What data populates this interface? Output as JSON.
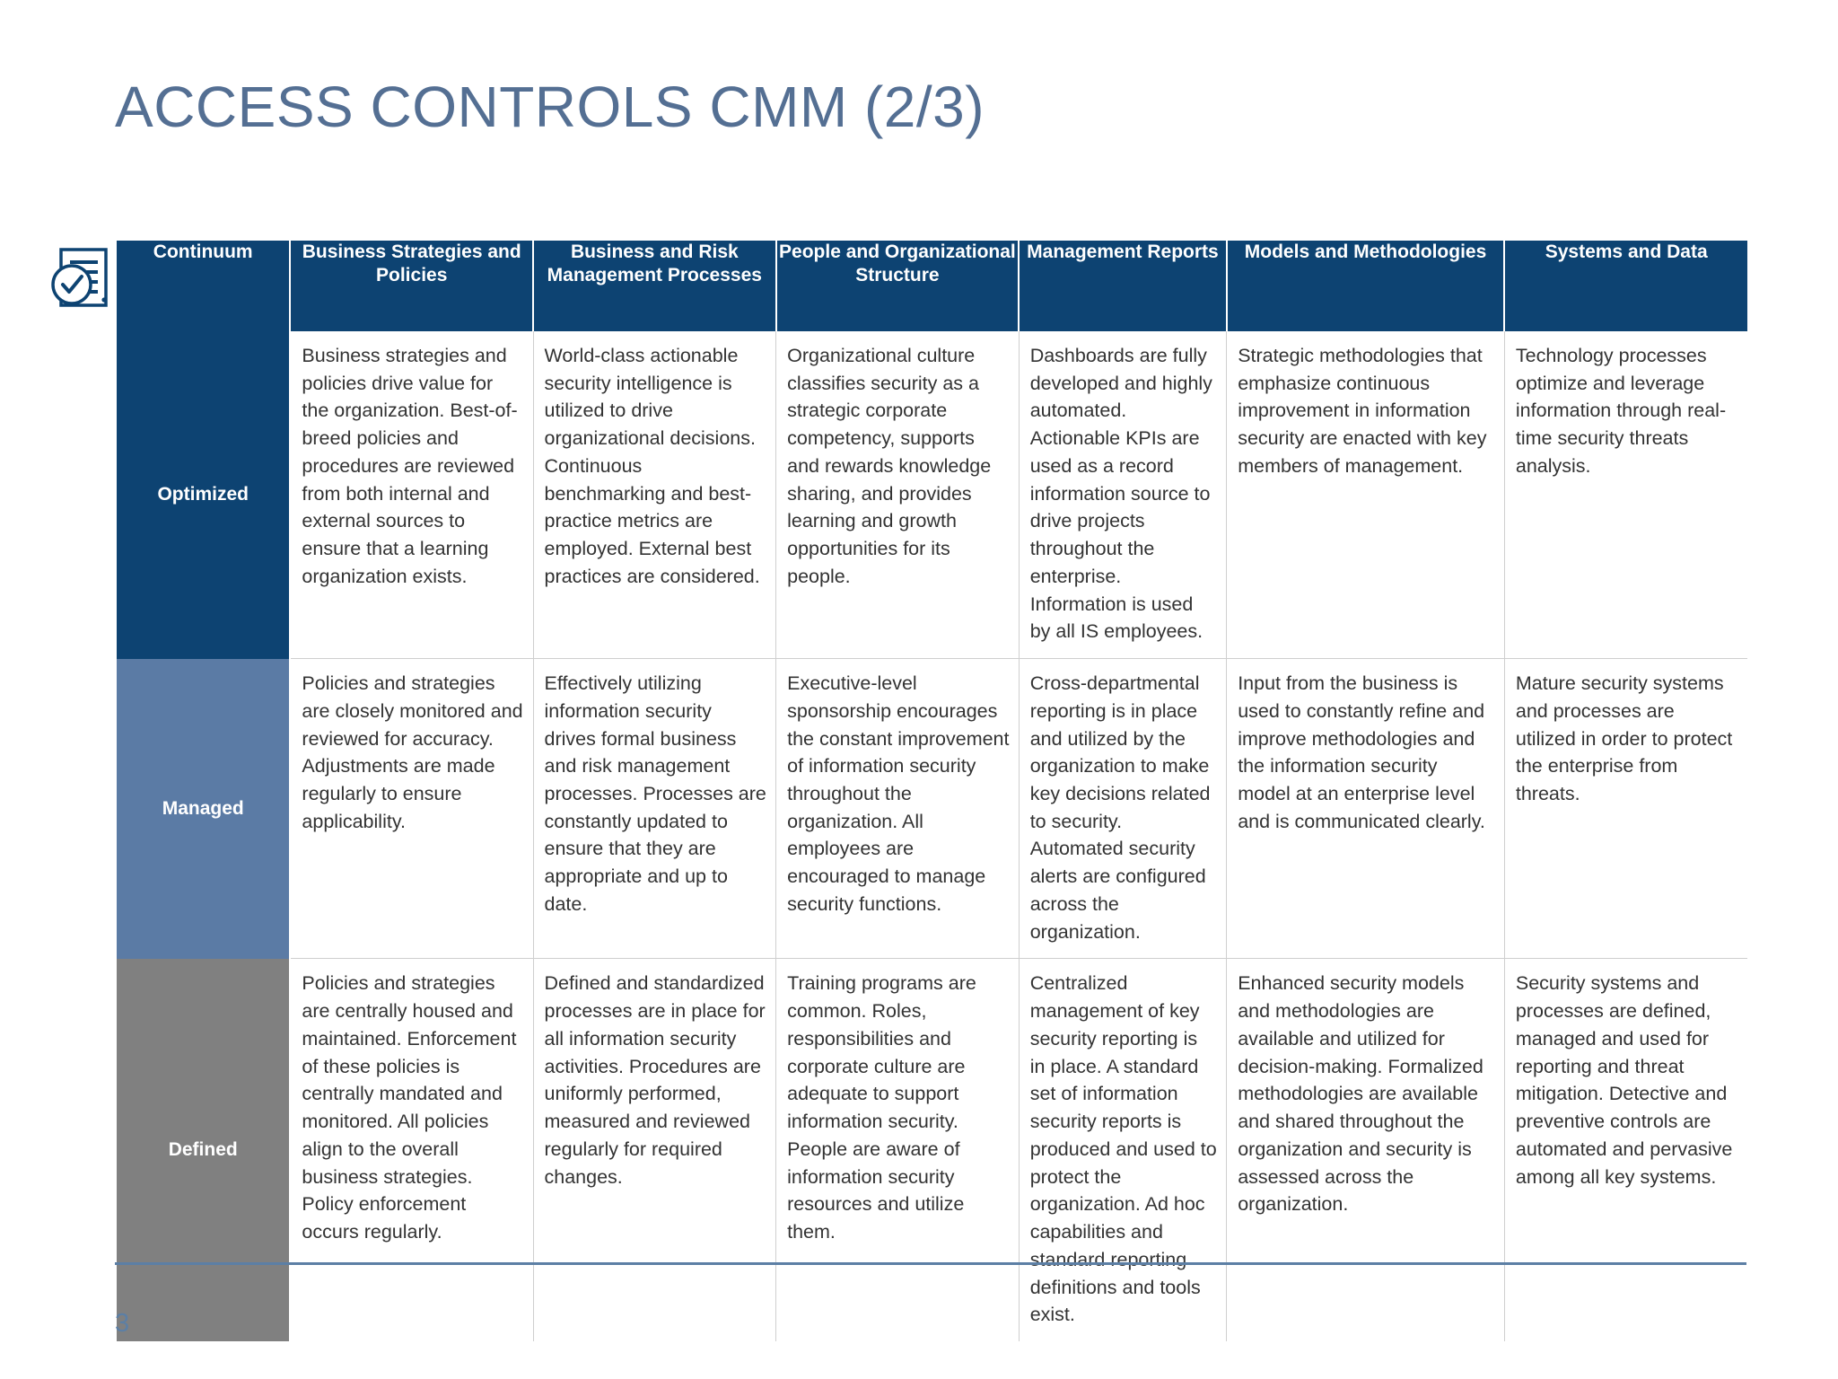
{
  "slide": {
    "title": "ACCESS CONTROLS CMM (2/3)",
    "page_number": "3",
    "accent_color": "#546f93",
    "header_color": "#0d4372",
    "level_colors": {
      "optimized": "#0d4372",
      "managed": "#5b7ba5",
      "defined": "#808080"
    },
    "icon": "document-check-icon"
  },
  "table": {
    "headers": [
      "Continuum",
      "Business Strategies and Policies",
      "Business and Risk Management Processes",
      "People and Organizational Structure",
      "Management Reports",
      "Models and Methodologies",
      "Systems and Data"
    ],
    "rows": [
      {
        "level": "Optimized",
        "cells": [
          "Business strategies and policies drive value for the organization. Best-of-breed policies and procedures are reviewed from both internal and external sources to ensure that a learning organization exists.",
          "World-class actionable security intelligence is utilized to drive organizational decisions. Continuous benchmarking and best-practice metrics are employed. External best practices are considered.",
          "Organizational culture classifies security as a strategic corporate competency, supports and rewards knowledge sharing, and provides learning and growth opportunities for its people.",
          "Dashboards are fully developed and highly automated. Actionable KPIs are used as a record information source to drive projects throughout the enterprise. Information is used by all IS employees.",
          "Strategic methodologies that emphasize continuous improvement in information security are enacted with key members of management.",
          "Technology processes optimize and leverage information through real-time security threats analysis."
        ]
      },
      {
        "level": "Managed",
        "cells": [
          "Policies and strategies are closely monitored and reviewed for accuracy. Adjustments are made regularly to ensure applicability.",
          "Effectively utilizing information security drives formal business and risk management processes. Processes are constantly updated to ensure that they are appropriate and up to date.",
          "Executive-level sponsorship encourages the constant improvement of information security throughout the organization. All employees are encouraged to manage security functions.",
          "Cross-departmental reporting is in place and utilized by the organization to make key decisions related to security. Automated security alerts are configured across the organization.",
          "Input from the business is used to constantly refine and improve methodologies and the information security model at an enterprise level and is communicated clearly.",
          "Mature security systems and processes are utilized in order to protect the enterprise from threats."
        ]
      },
      {
        "level": "Defined",
        "cells": [
          "Policies and strategies are centrally housed and maintained. Enforcement of these policies is centrally mandated and monitored. All policies align to the overall business strategies. Policy enforcement occurs regularly.",
          "Defined and standardized processes are in place for all information security activities. Procedures are uniformly performed, measured and reviewed regularly for required changes.",
          "Training programs are common. Roles, responsibilities and corporate culture are adequate to support information security. People are aware of information security resources and utilize them.",
          "Centralized management of key security reporting is in place. A standard set of information security reports is produced and used to protect the organization. Ad hoc capabilities and standard reporting definitions and tools exist.",
          "Enhanced security models and methodologies are available and utilized for decision-making. Formalized methodologies are available and shared throughout the organization and security is assessed across the organization.",
          "Security systems and processes are defined, managed and used for reporting and threat mitigation. Detective and preventive controls are automated and pervasive among all key systems."
        ]
      }
    ]
  }
}
